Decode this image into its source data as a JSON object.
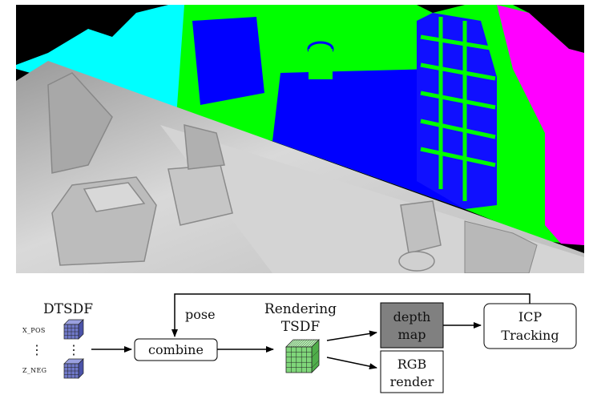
{
  "diagram": {
    "dtsdf_title": "DTSDF",
    "dtsdf_dir_top": "X_POS",
    "dtsdf_dir_bottom": "Z_NEG",
    "dtsdf_ellipsis": "⋮",
    "pose_label": "pose",
    "combine_label": "combine",
    "rendering_line1": "Rendering",
    "rendering_line2": "TSDF",
    "depth_line1": "depth",
    "depth_line2": "map",
    "rgb_line1": "RGB",
    "rgb_line2": "render",
    "icp_line1": "ICP",
    "icp_line2": "Tracking"
  },
  "colors": {
    "depth_map_fill": "#808080",
    "dtsdf_cube": "#6f78c8",
    "tsdf_cube": "#7fd67a",
    "render_cyan": "#00ffff",
    "render_green": "#00ff00",
    "render_blue": "#0000ff",
    "render_magenta": "#ff00ff",
    "render_gray": "#c8c8c8"
  }
}
